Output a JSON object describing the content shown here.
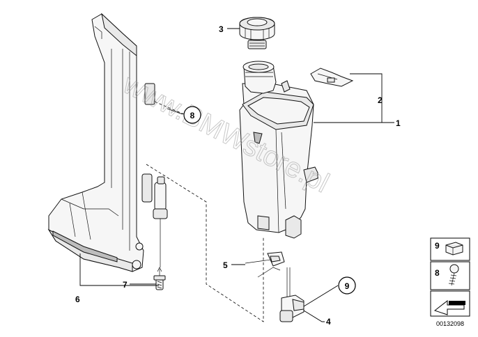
{
  "callouts": {
    "c1": "1",
    "c2": "2",
    "c3": "3",
    "c4": "4",
    "c5": "5",
    "c6": "6",
    "c7": "7",
    "c8": "8",
    "c9": "9"
  },
  "legend": {
    "item_top": "9",
    "item_bottom": "8"
  },
  "watermark": "www.BMWstore.pl",
  "reference_number": "00132098"
}
